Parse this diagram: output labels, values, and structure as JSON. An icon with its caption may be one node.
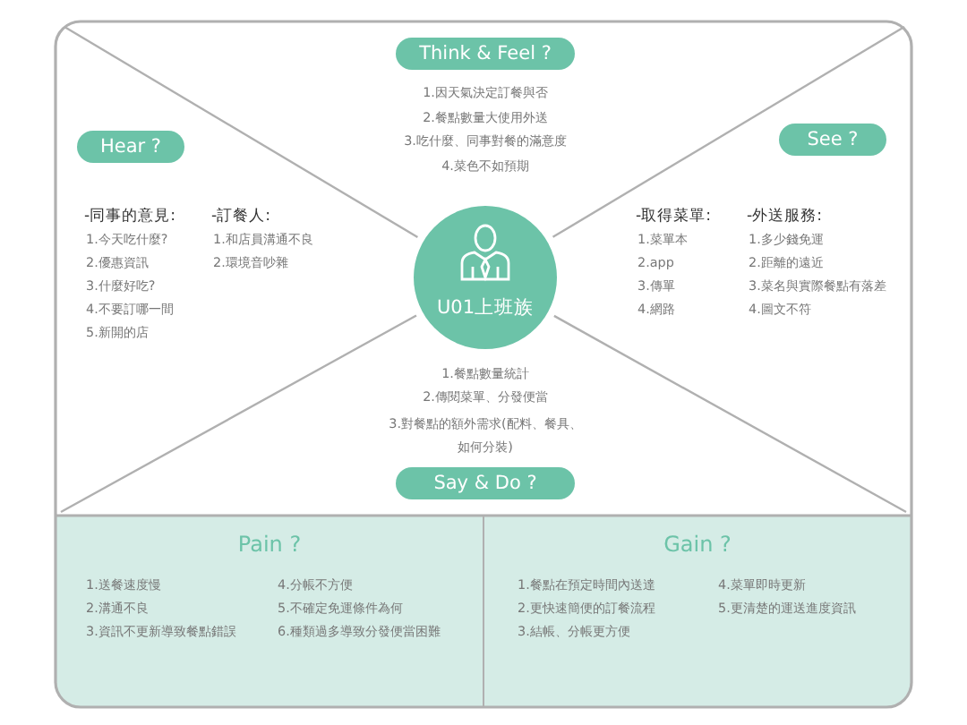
{
  "diagram": {
    "nodes": [
      {
        "text": [
          "Think & Feel ?"
        ]
      },
      {
        "text": [
          "Hear ?"
        ]
      },
      {
        "text": [
          "See ?"
        ]
      },
      {
        "text": [
          "U01上班族"
        ]
      },
      {
        "text": [
          "Say & Do ?"
        ]
      },
      {
        "text": [
          "Pain ?",
          "1.送餐速度慢",
          "2.溝通不良",
          "3.資訊不更新導致餐點錯誤",
          "4.分帳不方便",
          "5.不確定免運條件為何",
          "6.種類過多導致分發便當困難"
        ]
      },
      {
        "text": [
          "Gain ?",
          "1.餐點在預定時間內送達",
          "2.更快速簡便的訂餐流程",
          "3.結帳、分帳更方便",
          "4.菜單即時更新",
          "5.更清楚的運送進度資訊"
        ]
      }
    ],
    "labels": [
      "1.因天氣決定訂餐與否",
      "2.餐點數量大使用外送",
      "3.吃什麼、同事對餐的滿意度",
      "4.菜色不如預期",
      "-同事的意見:",
      "1.今天吃什麼?",
      "2.優惠資訊",
      "3.什麼好吃?",
      "4.不要訂哪一間",
      "5.新開的店",
      "-訂餐人:",
      "1.和店員溝通不良",
      "2.環境音吵雜",
      "-取得菜單:",
      "1.菜單本",
      "2.app",
      "3.傳單",
      "4.網路",
      "-外送服務:",
      "1.多少錢免運",
      "2.距離的遠近",
      "3.菜名與實際餐點有落差",
      "4.圖文不符",
      "1.餐點數量統計",
      "2.傳閱菜單、分發便當",
      "3.對餐點的額外需求(配料、餐具、如何分裝)"
    ]
  }
}
